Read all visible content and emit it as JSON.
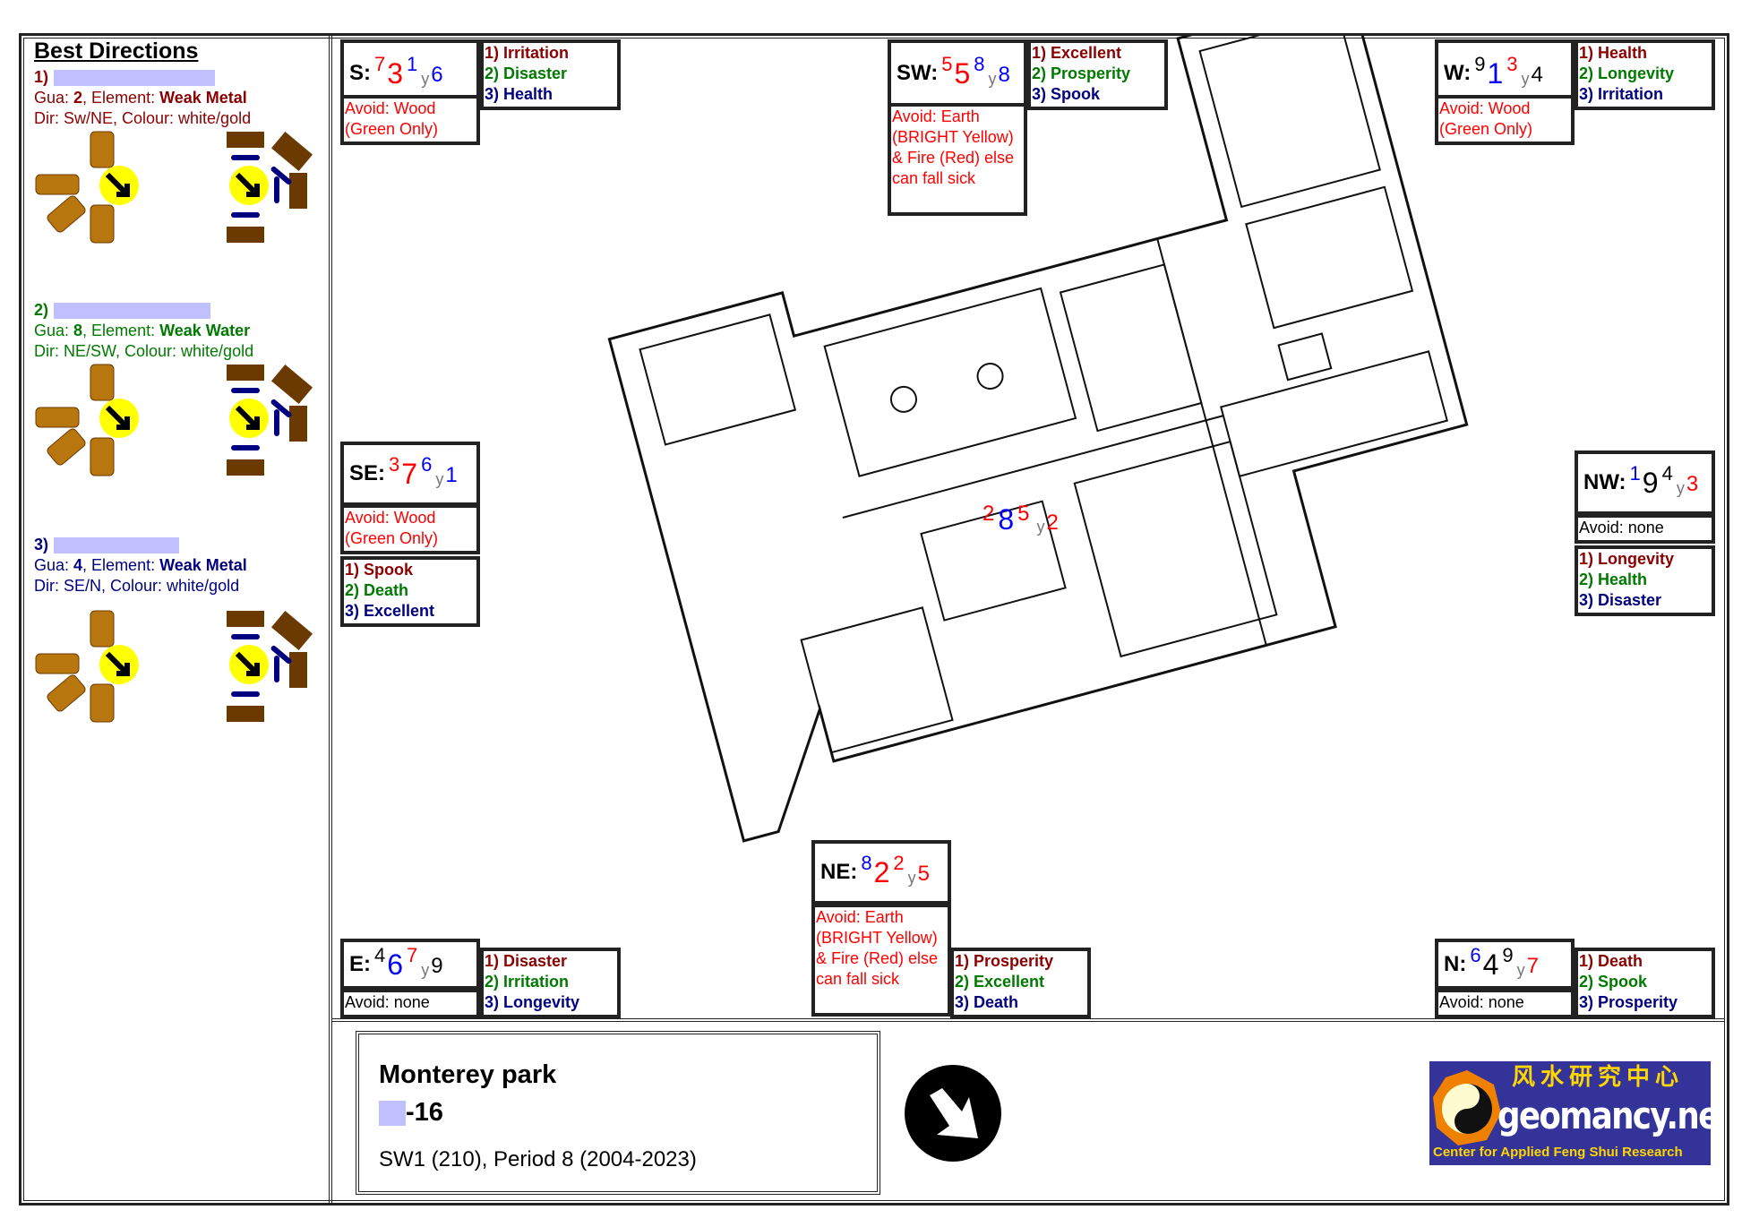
{
  "best_directions": {
    "title": "Best Directions",
    "entries": [
      {
        "num": "1)",
        "gua_label": "Gua: ",
        "gua": "2",
        "element_label": ", Element: ",
        "element": "Weak Metal",
        "dir_line": "Dir: Sw/NE, Colour: white/gold",
        "color": "#8b0000"
      },
      {
        "num": "2)",
        "gua_label": "Gua: ",
        "gua": "8",
        "element_label": ", Element: ",
        "element": "Weak Water",
        "dir_line": "Dir: NE/SW, Colour: white/gold",
        "color": "#007a00"
      },
      {
        "num": "3)",
        "gua_label": "Gua: ",
        "gua": "4",
        "element_label": ", Element: ",
        "element": "Weak Metal",
        "dir_line": "Dir: SE/N, Colour: white/gold",
        "color": "#000080"
      }
    ]
  },
  "directions": [
    {
      "id": "s",
      "label": "S:",
      "stars": [
        {
          "v": "7",
          "c": "#ff0000"
        },
        {
          "v": "3",
          "c": "#ff0000"
        },
        {
          "v": "1",
          "c": "#0000ff"
        },
        {
          "v": "6",
          "c": "#0000ff"
        }
      ],
      "y": "y",
      "avoid": "Avoid: Wood (Green Only)",
      "list": [
        "1) Irritation",
        "2) Disaster",
        "3) Health"
      ]
    },
    {
      "id": "sw",
      "label": "SW:",
      "stars": [
        {
          "v": "5",
          "c": "#ff0000"
        },
        {
          "v": "5",
          "c": "#ff0000"
        },
        {
          "v": "8",
          "c": "#0000ff"
        },
        {
          "v": "8",
          "c": "#0000ff"
        }
      ],
      "y": "y",
      "avoid": "Avoid: Earth (BRIGHT Yellow) & Fire (Red) else can fall sick",
      "list": [
        "1) Excellent",
        "2) Prosperity",
        "3) Spook"
      ]
    },
    {
      "id": "w",
      "label": "W:",
      "stars": [
        {
          "v": "9",
          "c": "#000000"
        },
        {
          "v": "1",
          "c": "#0000ff"
        },
        {
          "v": "3",
          "c": "#ff0000"
        },
        {
          "v": "4",
          "c": "#000000"
        }
      ],
      "y": "y",
      "avoid": "Avoid: Wood (Green Only)",
      "list": [
        "1) Health",
        "2) Longevity",
        "3) Irritation"
      ]
    },
    {
      "id": "se",
      "label": "SE:",
      "stars": [
        {
          "v": "3",
          "c": "#ff0000"
        },
        {
          "v": "7",
          "c": "#ff0000"
        },
        {
          "v": "6",
          "c": "#0000ff"
        },
        {
          "v": "1",
          "c": "#0000ff"
        }
      ],
      "y": "y",
      "avoid": "Avoid: Wood (Green Only)",
      "list": [
        "1) Spook",
        "2) Death",
        "3) Excellent"
      ]
    },
    {
      "id": "nw",
      "label": "NW:",
      "stars": [
        {
          "v": "1",
          "c": "#0000ff"
        },
        {
          "v": "9",
          "c": "#000000"
        },
        {
          "v": "4",
          "c": "#000000"
        },
        {
          "v": "3",
          "c": "#ff0000"
        }
      ],
      "y": "y",
      "avoid": "Avoid: none",
      "list": [
        "1) Longevity",
        "2) Health",
        "3) Disaster"
      ]
    },
    {
      "id": "e",
      "label": "E:",
      "stars": [
        {
          "v": "4",
          "c": "#000000"
        },
        {
          "v": "6",
          "c": "#0000ff"
        },
        {
          "v": "7",
          "c": "#ff0000"
        },
        {
          "v": "9",
          "c": "#000000"
        }
      ],
      "y": "y",
      "avoid": "Avoid: none",
      "list": [
        "1) Disaster",
        "2) Irritation",
        "3) Longevity"
      ]
    },
    {
      "id": "ne",
      "label": "NE:",
      "stars": [
        {
          "v": "8",
          "c": "#0000ff"
        },
        {
          "v": "2",
          "c": "#ff0000"
        },
        {
          "v": "2",
          "c": "#ff0000"
        },
        {
          "v": "5",
          "c": "#ff0000"
        }
      ],
      "y": "y",
      "avoid": "Avoid: Earth (BRIGHT Yellow) & Fire (Red) else can fall sick",
      "list": [
        "1) Prosperity",
        "2) Excellent",
        "3) Death"
      ]
    },
    {
      "id": "n",
      "label": "N:",
      "stars": [
        {
          "v": "6",
          "c": "#0000ff"
        },
        {
          "v": "4",
          "c": "#000000"
        },
        {
          "v": "9",
          "c": "#000000"
        },
        {
          "v": "7",
          "c": "#ff0000"
        }
      ],
      "y": "y",
      "avoid": "Avoid: none",
      "list": [
        "1) Death",
        "2) Spook",
        "3) Prosperity"
      ]
    }
  ],
  "center": {
    "stars": [
      {
        "v": "2",
        "c": "#ff0000"
      },
      {
        "v": "8",
        "c": "#0000ff"
      },
      {
        "v": "5",
        "c": "#ff0000"
      },
      {
        "v": "2",
        "c": "#ff0000"
      }
    ],
    "y": "y"
  },
  "property": {
    "name": "Monterey park",
    "unit": "-16",
    "period": "SW1 (210), Period 8 (2004-2023)"
  },
  "compass_icon": "southeast-arrow-icon",
  "logo": {
    "chinese": "风水研究中心",
    "site": "geomancy.net",
    "tagline": "Center for Applied Feng Shui Research"
  },
  "colors": {
    "redaction": "#c0c0ff",
    "avoid": "#ff0000",
    "rank1": "#8b0000",
    "rank2": "#007a00",
    "rank3": "#000080",
    "logo_bg": "#33339a"
  }
}
